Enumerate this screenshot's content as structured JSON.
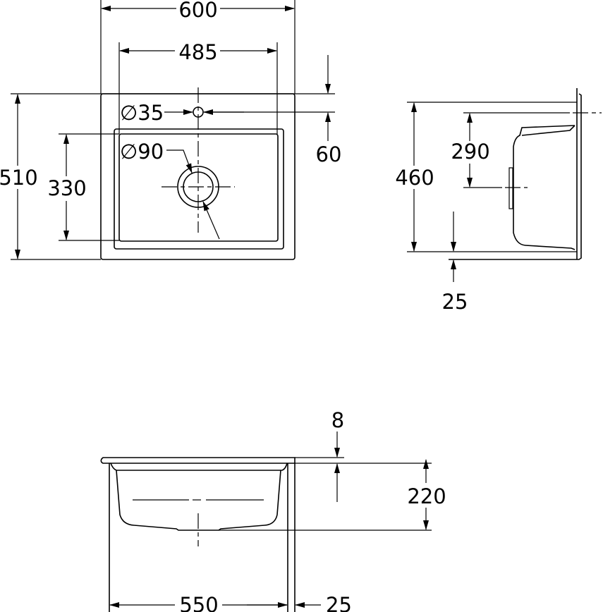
{
  "drawing": {
    "top_view": {
      "width_overall": "600",
      "width_bowl": "485",
      "depth_overall": "510",
      "depth_bowl": "330",
      "tap_hole_diameter": "∅35",
      "waste_diameter": "∅90",
      "tap_hole_offset": "60"
    },
    "side_view": {
      "depth": "460",
      "waste_position": "290",
      "rear_offset": "25"
    },
    "front_view": {
      "rim_thickness": "8",
      "bowl_depth": "220",
      "bowl_width": "550",
      "side_offset": "25"
    }
  }
}
